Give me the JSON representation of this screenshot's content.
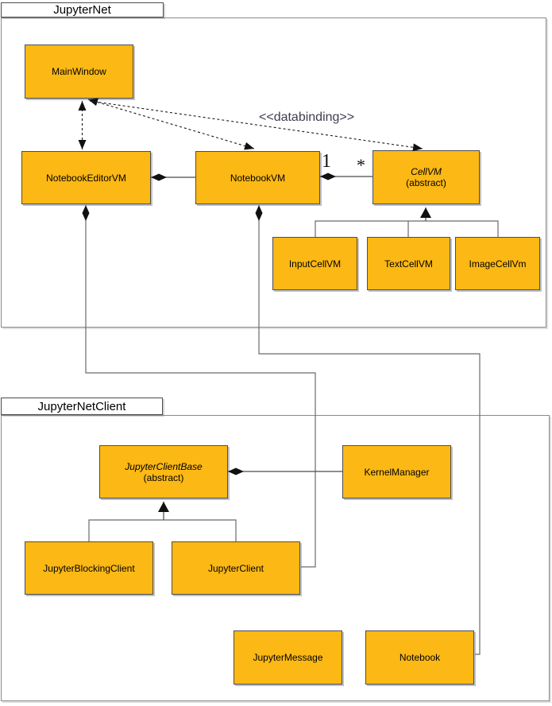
{
  "packages": {
    "jupyter_net": {
      "label": "JupyterNet"
    },
    "jupyter_net_client": {
      "label": "JupyterNetClient"
    }
  },
  "classes": {
    "main_window": {
      "label": "MainWindow"
    },
    "notebook_editor_vm": {
      "label": "NotebookEditorVM"
    },
    "notebook_vm": {
      "label": "NotebookVM"
    },
    "cell_vm": {
      "label": "CellVM",
      "note": "(abstract)"
    },
    "input_cell_vm": {
      "label": "InputCellVM"
    },
    "text_cell_vm": {
      "label": "TextCellVM"
    },
    "image_cell_vm": {
      "label": "ImageCellVm"
    },
    "jupyter_client_base": {
      "label": "JupyterClientBase",
      "note": "(abstract)"
    },
    "kernel_manager": {
      "label": "KernelManager"
    },
    "jupyter_blocking_client": {
      "label": "JupyterBlockingClient"
    },
    "jupyter_client": {
      "label": "JupyterClient"
    },
    "jupyter_message": {
      "label": "JupyterMessage"
    },
    "notebook": {
      "label": "Notebook"
    }
  },
  "labels": {
    "databinding": "<<databinding>>",
    "multiplicity_one": "1",
    "multiplicity_many": "*"
  },
  "colors": {
    "class_fill": "#FCB814",
    "class_border": "#4e4e4e",
    "solid_line": "#4a4a4a",
    "elbow_line": "#6b6b6b",
    "dashed_line": "#1a1a1a",
    "databinding_text": "#3e3e52"
  }
}
